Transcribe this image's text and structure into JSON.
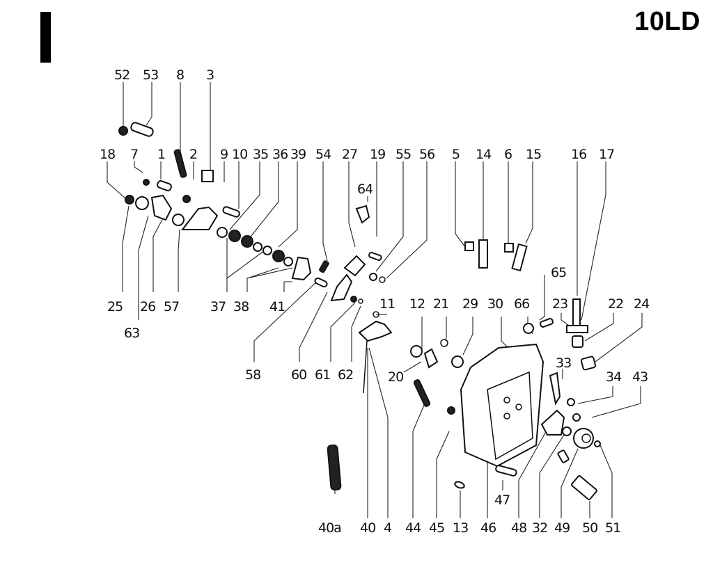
{
  "header": {
    "section_marker": "I",
    "model": "10LD"
  },
  "callouts": {
    "top_row_left": [
      "52",
      "53",
      "8",
      "3"
    ],
    "second_row": [
      "18",
      "7",
      "1",
      "2",
      "9",
      "10",
      "35",
      "36",
      "39",
      "54",
      "27",
      "19",
      "55",
      "56",
      "5",
      "14",
      "6",
      "15",
      "16",
      "17"
    ],
    "mid_left_row": [
      "25",
      "26",
      "57",
      "37",
      "38",
      "41"
    ],
    "mid_left_below": [
      "63"
    ],
    "right_cluster": [
      "65",
      "66",
      "23",
      "22",
      "24",
      "33",
      "34",
      "43"
    ],
    "mid_row": [
      "11",
      "12",
      "21",
      "29",
      "30"
    ],
    "lower_left_row": [
      "58",
      "60",
      "61",
      "62",
      "20"
    ],
    "floating": [
      "64",
      "47"
    ],
    "bottom_row": [
      "40a",
      "40",
      "4",
      "44",
      "45",
      "13",
      "46",
      "48",
      "32",
      "49",
      "50",
      "51"
    ]
  }
}
